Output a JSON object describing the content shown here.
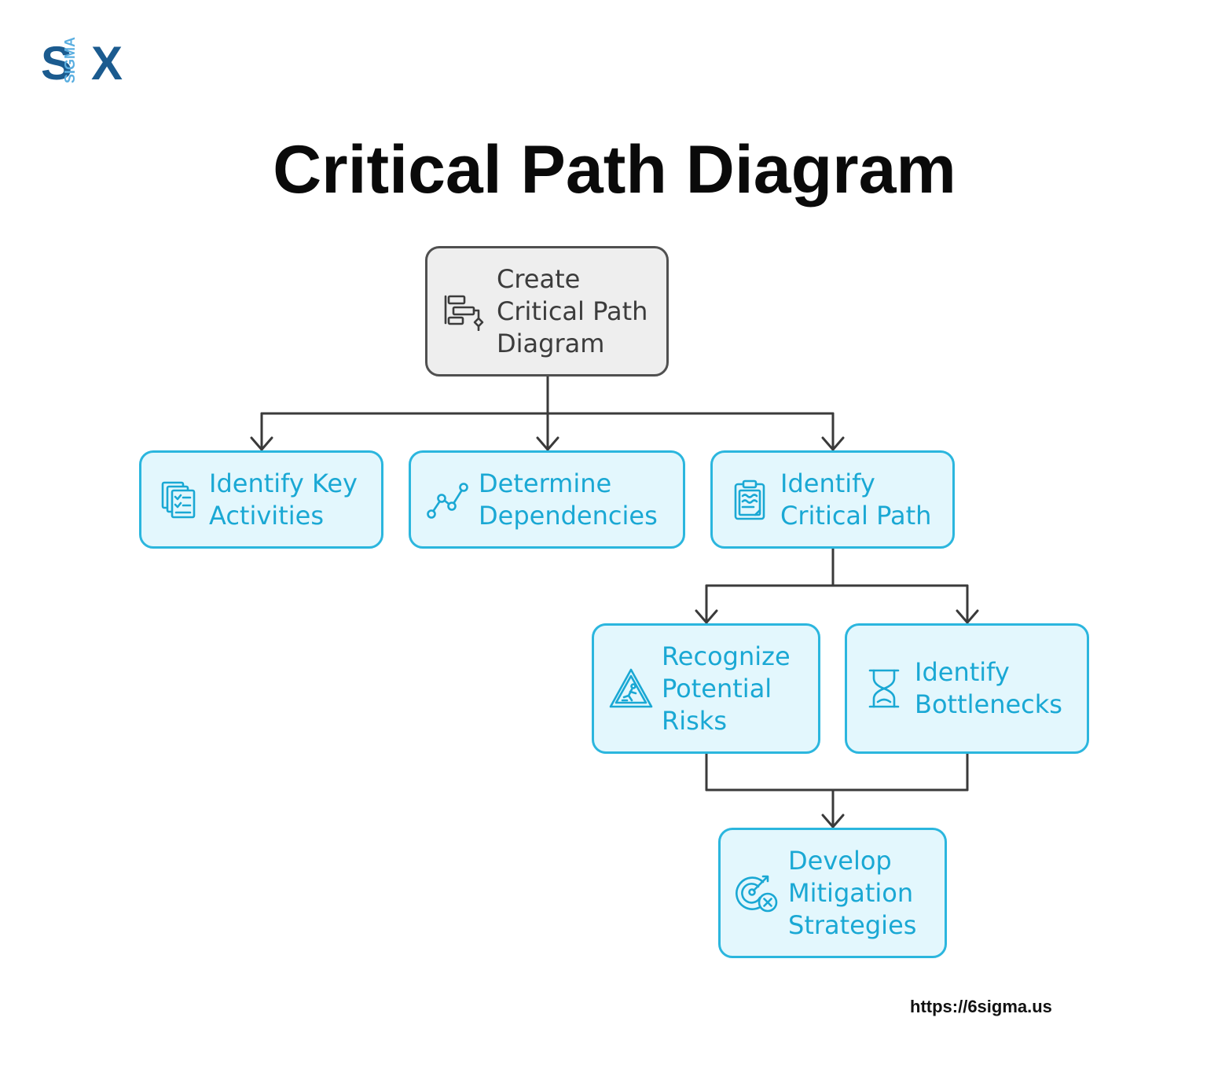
{
  "logo": {
    "main_left": "S",
    "main_right": "X",
    "vertical": "SIGMA"
  },
  "title": "Critical Path Diagram",
  "nodes": {
    "root": {
      "label": "Create\nCritical Path\nDiagram",
      "icon": "gantt-chart-icon"
    },
    "key_activities": {
      "label": "Identify Key\nActivities",
      "icon": "checklist-icon"
    },
    "dependencies": {
      "label": "Determine\nDependencies",
      "icon": "line-graph-icon"
    },
    "critical_path": {
      "label": "Identify\nCritical Path",
      "icon": "clipboard-icon"
    },
    "risks": {
      "label": "Recognize\nPotential\nRisks",
      "icon": "warning-sign-icon"
    },
    "bottlenecks": {
      "label": "Identify\nBottlenecks",
      "icon": "hourglass-icon"
    },
    "mitigation": {
      "label": "Develop\nMitigation\nStrategies",
      "icon": "target-cross-icon"
    }
  },
  "colors": {
    "root_fill": "#eeeeee",
    "root_border": "#505050",
    "step_fill": "#e3f7fd",
    "step_border": "#2bb6de",
    "step_text": "#1aa8d4",
    "connector": "#3a3a3a"
  },
  "footer_url": "https://6sigma.us"
}
